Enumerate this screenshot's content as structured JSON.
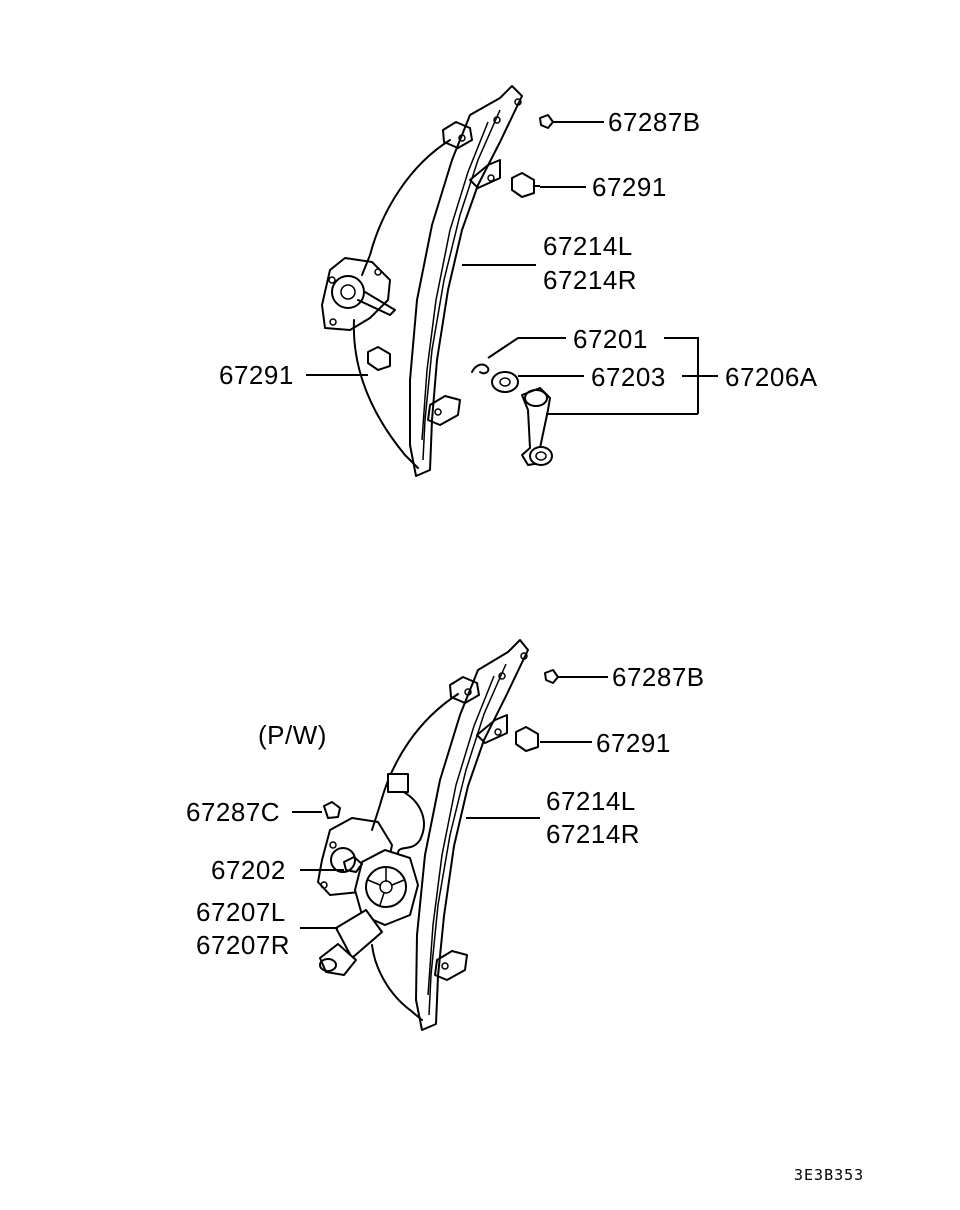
{
  "diagram": {
    "manual_regulator": {
      "labels": {
        "bolt_top": "67287B",
        "bolt_mid": "67291",
        "regulator_l": "67214L",
        "regulator_r": "67214R",
        "bolt_left": "67291",
        "clip": "67201",
        "washer": "67203",
        "handle_kit": "67206A"
      }
    },
    "power_regulator": {
      "caption": "(P/W)",
      "labels": {
        "bolt_top": "67287B",
        "bolt_mid": "67291",
        "regulator_l": "67214L",
        "regulator_r": "67214R",
        "bolt_motor": "67287C",
        "motor_part": "67202",
        "motor_l": "67207L",
        "motor_r": "67207R"
      }
    },
    "drawing_code": "3E3B353"
  }
}
